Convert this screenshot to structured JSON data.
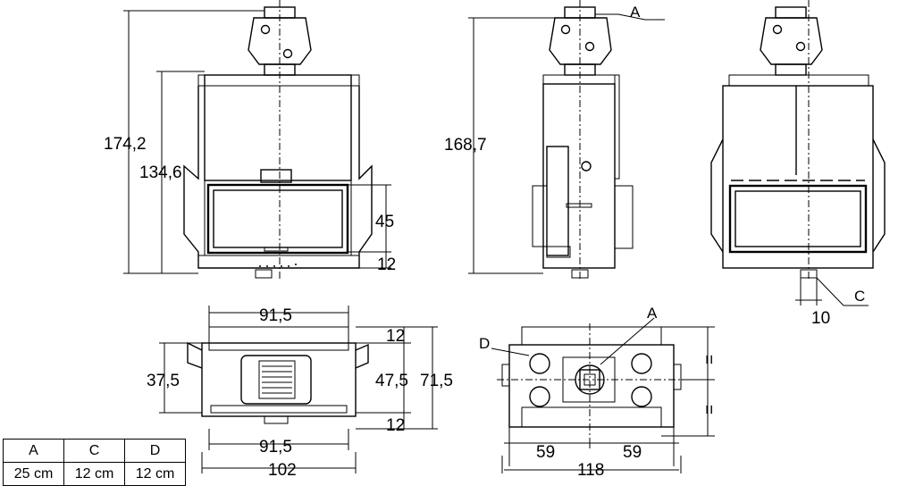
{
  "front_view": {
    "dim_total_height": "174,2",
    "dim_body_height": "134,6",
    "dim_glass_height": "45",
    "dim_bottom": "12"
  },
  "side_view": {
    "dim_total_height": "168,7",
    "label_a": "A"
  },
  "back_view": {
    "label_c": "C",
    "dim_c": "10"
  },
  "plan_view": {
    "dim_top_width": "91,5",
    "dim_bottom_width": "91,5",
    "dim_total_width": "102",
    "dim_left_depth": "37,5",
    "dim_top_margin": "12",
    "dim_mid_depth": "47,5",
    "dim_bottom_margin": "12",
    "dim_total_depth": "71,5"
  },
  "top_view": {
    "label_a": "A",
    "label_d": "D",
    "dim_left_half": "59",
    "dim_right_half": "59",
    "dim_total": "118",
    "equal_top": "=",
    "equal_bottom": "="
  },
  "legend": {
    "headers": [
      "A",
      "C",
      "D"
    ],
    "values": [
      "25 cm",
      "12 cm",
      "12 cm"
    ]
  }
}
